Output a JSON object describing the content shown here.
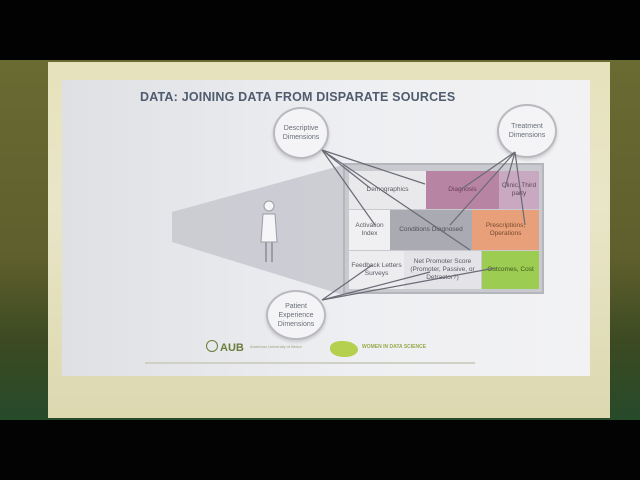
{
  "slide": {
    "title": "DATA: JOINING DATA FROM DISPARATE SOURCES",
    "circles": {
      "descriptive": "Descriptive Dimensions",
      "treatment": "Treatment Dimensions",
      "patient_experience": "Patient Experience Dimensions"
    },
    "grid_cells": {
      "demographics": "Demographics",
      "diagnosis": "Diagnosis",
      "clinic": "Clinic, Third party",
      "activation_index": "Activation Index",
      "conditions": "Conditions Diagnosed",
      "prescriptions": "Prescriptions, Operations",
      "feedback": "Feedback Letters Surveys",
      "nps": "Net Promoter Score (Promoter, Passive, or Detractor?)",
      "outcome": "Outcomes, Cost"
    },
    "footer": {
      "logo": "AUB",
      "logo_sub": "American University of Beirut",
      "event": "WOMEN IN DATA SCIENCE"
    }
  },
  "colors": {
    "diagnosis": "#b784a3",
    "clinic": "#c9a9c2",
    "prescriptions": "#e7a07a",
    "outcome": "#9ccc52",
    "conditions": "#a9aab2"
  }
}
